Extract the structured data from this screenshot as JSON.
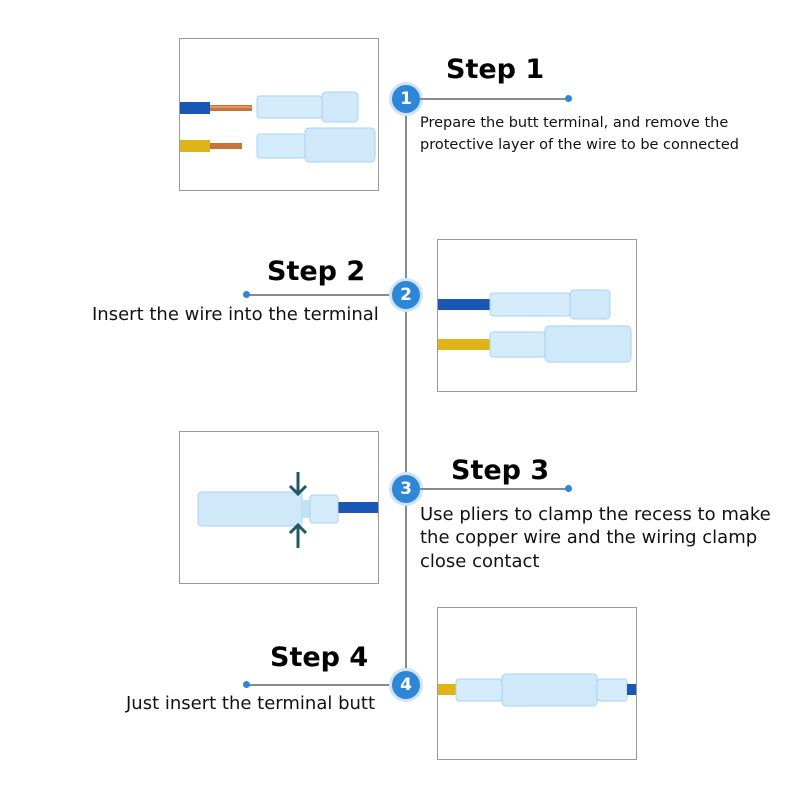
{
  "steps": [
    {
      "number": "1",
      "title": "Step 1",
      "description": "Prepare the butt terminal, and remove the protective layer of the wire to be connected",
      "image_alt": "stripped-wires-and-terminals"
    },
    {
      "number": "2",
      "title": "Step 2",
      "description": "Insert the wire into the terminal",
      "image_alt": "wires-inserted-into-terminals"
    },
    {
      "number": "3",
      "title": "Step 3",
      "description": "Use pliers to clamp the recess to make the copper wire and the wiring clamp close contact",
      "image_alt": "crimping-terminal"
    },
    {
      "number": "4",
      "title": "Step 4",
      "description": "Just insert the terminal butt",
      "image_alt": "joined-terminals"
    }
  ],
  "colors": {
    "accent": "#2e86d6",
    "line": "#8a8a8a",
    "wire_blue": "#1a56b3",
    "wire_yellow": "#e0b418",
    "copper": "#c8733a",
    "terminal": "#d4ecfb",
    "arrow": "#1f5968"
  }
}
